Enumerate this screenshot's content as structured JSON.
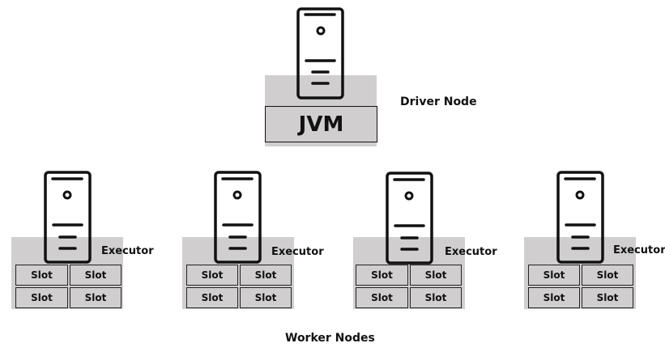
{
  "diagram": {
    "driver": {
      "label": "Driver Node",
      "jvm_label": "JVM",
      "icon": "server-icon"
    },
    "workers": [
      {
        "executor_label": "Executor",
        "icon": "server-icon",
        "slots": [
          "Slot",
          "Slot",
          "Slot",
          "Slot"
        ]
      },
      {
        "executor_label": "Executor",
        "icon": "server-icon",
        "slots": [
          "Slot",
          "Slot",
          "Slot",
          "Slot"
        ]
      },
      {
        "executor_label": "Executor",
        "icon": "server-icon",
        "slots": [
          "Slot",
          "Slot",
          "Slot",
          "Slot"
        ]
      },
      {
        "executor_label": "Executor",
        "icon": "server-icon",
        "slots": [
          "Slot",
          "Slot",
          "Slot",
          "Slot"
        ]
      }
    ],
    "workers_label": "Worker Nodes",
    "colors": {
      "box_fill": "#d0cece",
      "stroke": "#111111"
    }
  }
}
